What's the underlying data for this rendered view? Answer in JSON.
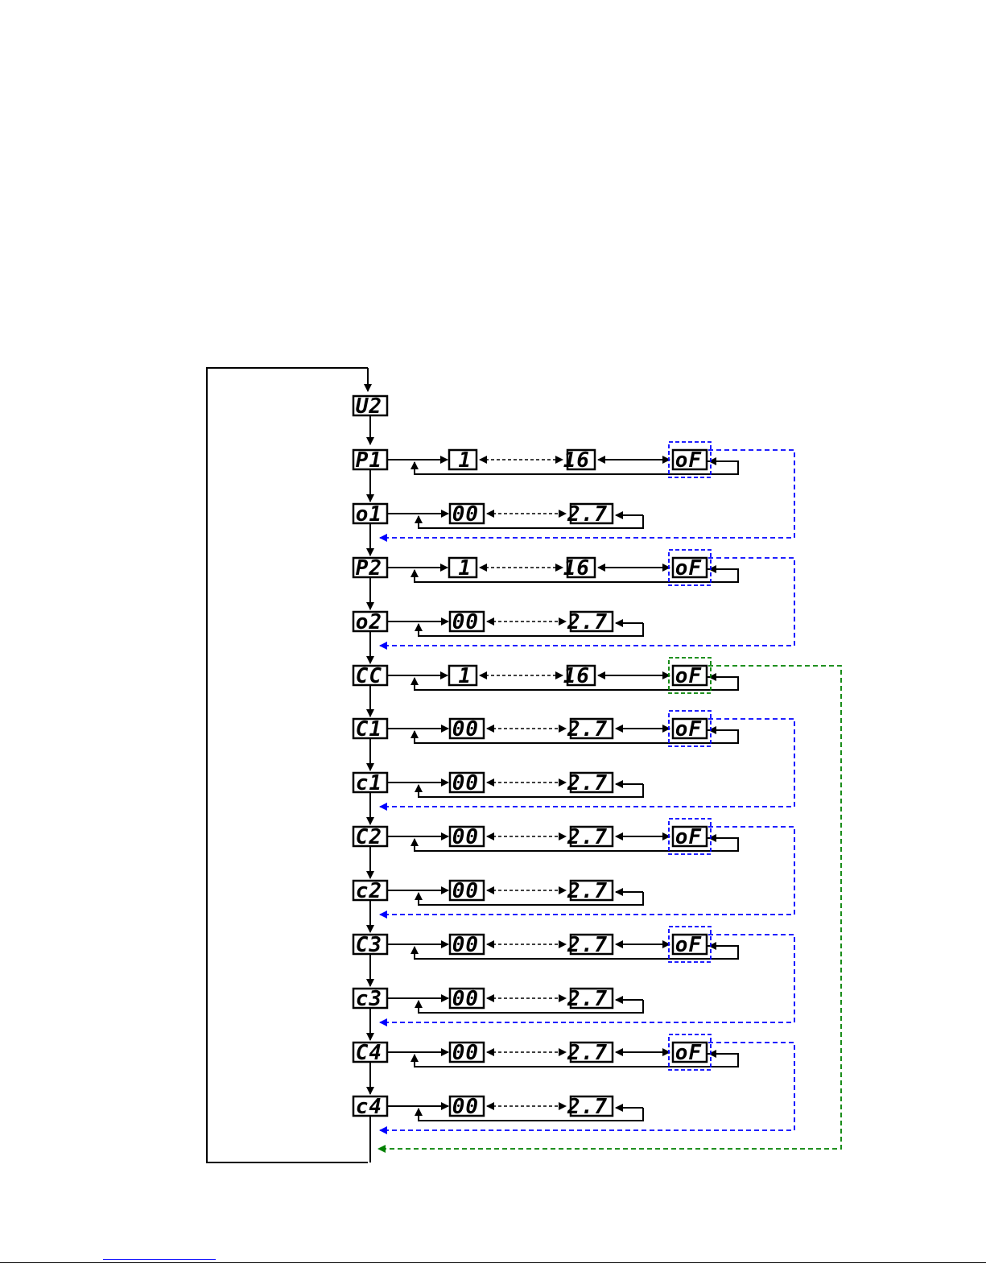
{
  "diagram": {
    "start_node": "U2",
    "colors": {
      "line": "#000000",
      "menu_loop": "#0000ff",
      "master_off_loop": "#008000"
    },
    "rows": [
      {
        "id": "P1",
        "values": [
          "1",
          "16",
          "oF"
        ]
      },
      {
        "id": "o1",
        "values": [
          "00",
          "2.7"
        ]
      },
      {
        "id": "P2",
        "values": [
          "1",
          "16",
          "oF"
        ]
      },
      {
        "id": "o2",
        "values": [
          "00",
          "2.7"
        ]
      },
      {
        "id": "CC",
        "values": [
          "1",
          "16",
          "oF"
        ]
      },
      {
        "id": "C1",
        "values": [
          "00",
          "2.7",
          "oF"
        ]
      },
      {
        "id": "c1",
        "values": [
          "00",
          "2.7"
        ]
      },
      {
        "id": "C2",
        "values": [
          "00",
          "2.7",
          "oF"
        ]
      },
      {
        "id": "c2",
        "values": [
          "00",
          "2.7"
        ]
      },
      {
        "id": "C3",
        "values": [
          "00",
          "2.7",
          "oF"
        ]
      },
      {
        "id": "c3",
        "values": [
          "00",
          "2.7"
        ]
      },
      {
        "id": "C4",
        "values": [
          "00",
          "2.7",
          "oF"
        ]
      },
      {
        "id": "c4",
        "values": [
          "00",
          "2.7"
        ]
      }
    ]
  }
}
